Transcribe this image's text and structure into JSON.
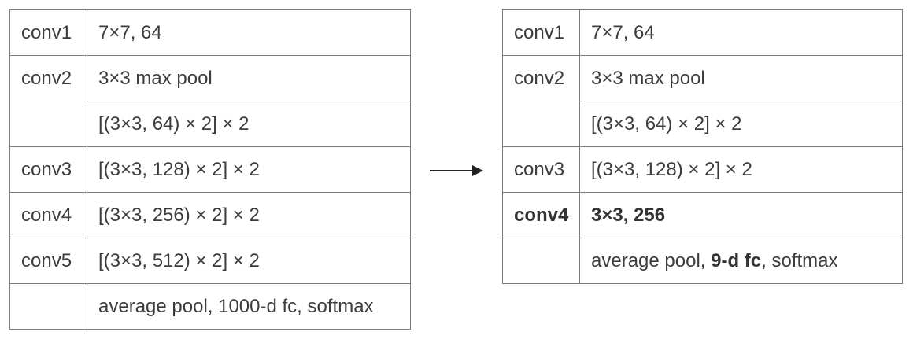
{
  "original": {
    "rows": [
      {
        "stage": "conv1",
        "spec": "7×7, 64"
      },
      {
        "stage": "conv2",
        "spec": "3×3 max pool",
        "spec2": "[(3×3, 64) × 2] × 2"
      },
      {
        "stage": "conv3",
        "spec": "[(3×3, 128) × 2] × 2"
      },
      {
        "stage": "conv4",
        "spec": "[(3×3, 256) × 2] × 2"
      },
      {
        "stage": "conv5",
        "spec": "[(3×3, 512) × 2] × 2"
      },
      {
        "stage": "",
        "spec": "average pool, 1000-d fc, softmax"
      }
    ]
  },
  "modified": {
    "rows": [
      {
        "stage": "conv1",
        "spec": "7×7, 64"
      },
      {
        "stage": "conv2",
        "spec": "3×3 max pool",
        "spec2": "[(3×3, 64) × 2] × 2"
      },
      {
        "stage": "conv3",
        "spec": "[(3×3, 128) × 2] × 2"
      },
      {
        "stage": "conv4",
        "spec": "3×3, 256"
      },
      {
        "stage": "",
        "spec_parts": [
          "average pool, ",
          "9-d fc",
          ", softmax"
        ]
      }
    ]
  },
  "arrow_icon": "right-arrow-icon"
}
